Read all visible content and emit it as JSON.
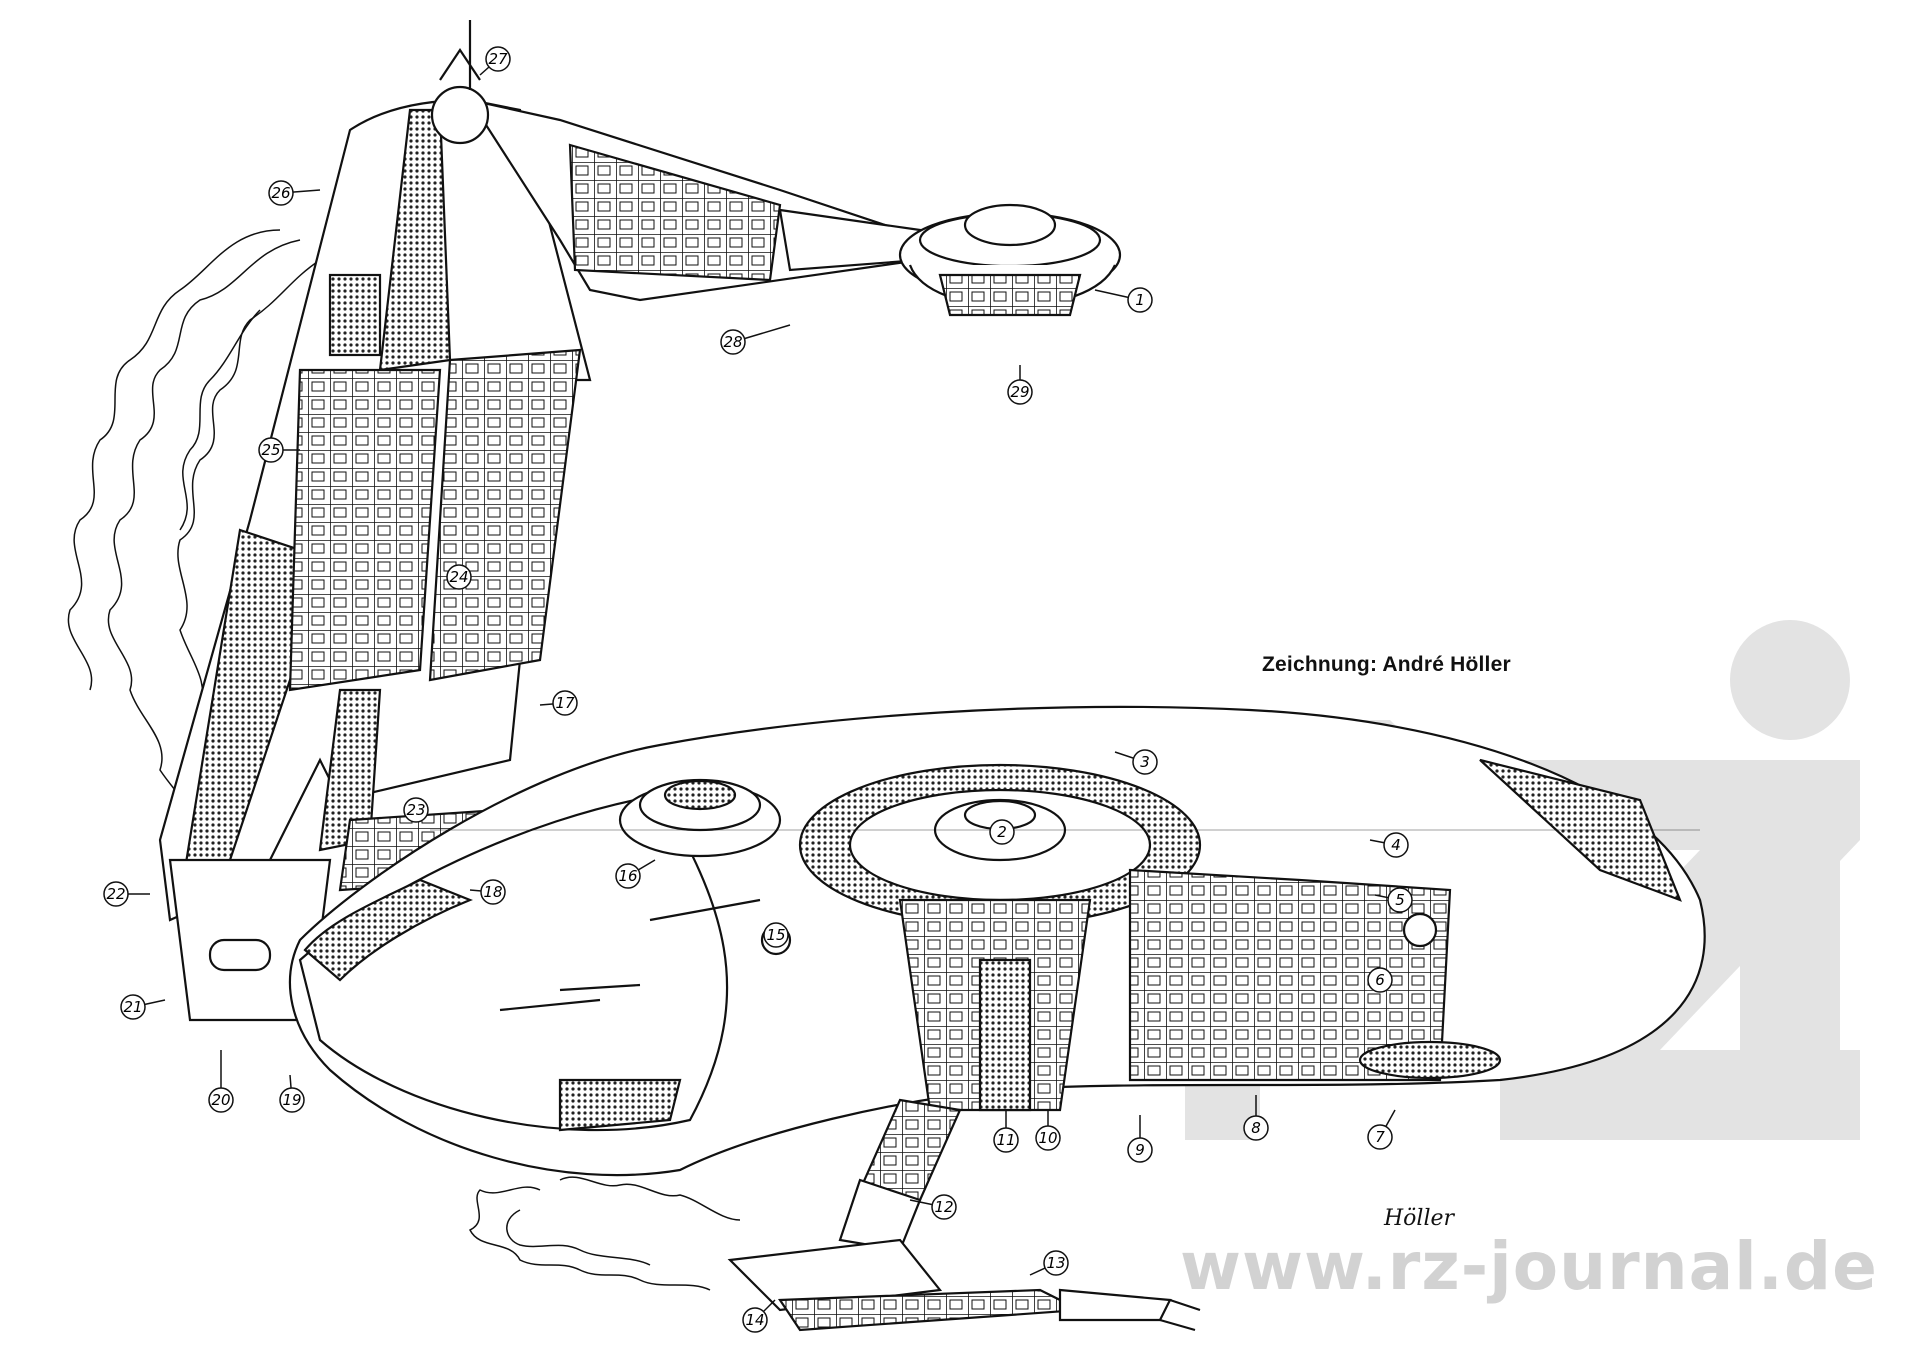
{
  "credit": "Zeichnung: André Höller",
  "signature": "Höller",
  "watermark": {
    "text": "www.rz-journal.de",
    "logo": "rz-journal-logo"
  },
  "callouts": [
    {
      "label": "1"
    },
    {
      "label": "2"
    },
    {
      "label": "3"
    },
    {
      "label": "4"
    },
    {
      "label": "5"
    },
    {
      "label": "6"
    },
    {
      "label": "7"
    },
    {
      "label": "8"
    },
    {
      "label": "9"
    },
    {
      "label": "10"
    },
    {
      "label": "11"
    },
    {
      "label": "12"
    },
    {
      "label": "13"
    },
    {
      "label": "14"
    },
    {
      "label": "15"
    },
    {
      "label": "16"
    },
    {
      "label": "17"
    },
    {
      "label": "18"
    },
    {
      "label": "19"
    },
    {
      "label": "20"
    },
    {
      "label": "21"
    },
    {
      "label": "22"
    },
    {
      "label": "23"
    },
    {
      "label": "24"
    },
    {
      "label": "25"
    },
    {
      "label": "26"
    },
    {
      "label": "27"
    },
    {
      "label": "28"
    },
    {
      "label": "29"
    }
  ]
}
